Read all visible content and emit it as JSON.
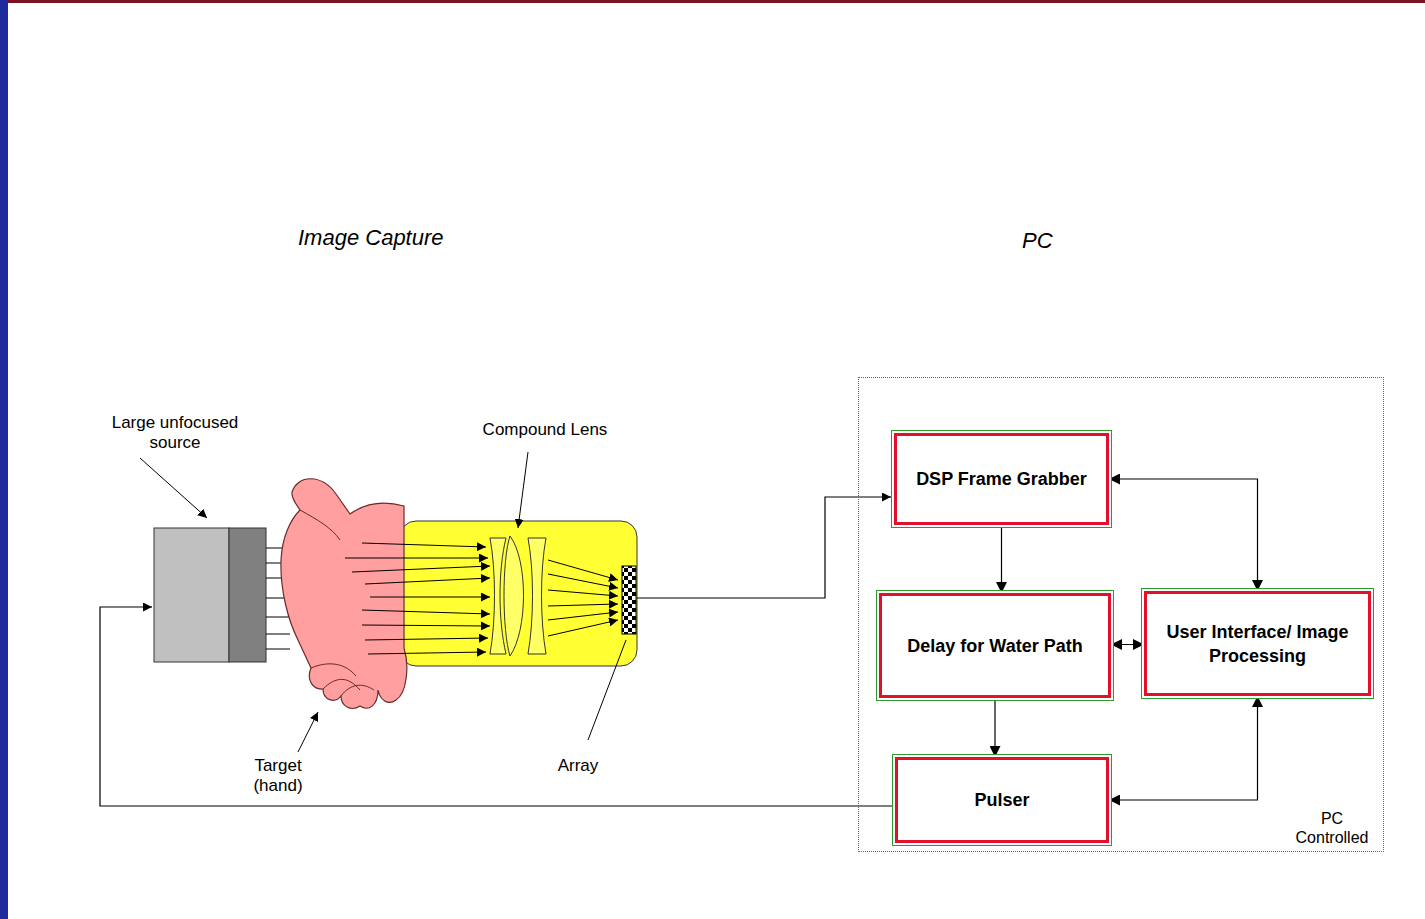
{
  "diagram": {
    "nodes": [
      {
        "text": [
          "PC Controlled"
        ]
      },
      {
        "text": [
          "DSP Frame Grabber"
        ],
        "in": 0
      },
      {
        "text": [
          "Delay for Water Path"
        ],
        "in": 0
      },
      {
        "text": [
          "User Interface/ Image Processing"
        ],
        "in": 0
      },
      {
        "text": [
          "Pulser"
        ],
        "in": 0
      }
    ],
    "edges": [
      {
        "from": 1,
        "to": 2,
        "arrow": "to"
      },
      {
        "from": 2,
        "to": 4,
        "arrow": "to"
      },
      {
        "from": 2,
        "to": 3,
        "arrow": "both"
      },
      {
        "from": 1,
        "to": 3,
        "arrow": "both"
      },
      {
        "from": 4,
        "to": 3,
        "arrow": "both"
      }
    ],
    "labels": [
      "Image Capture",
      "PC",
      "Large unfocused source",
      "Compound Lens",
      "Target (hand)",
      "Array"
    ]
  }
}
